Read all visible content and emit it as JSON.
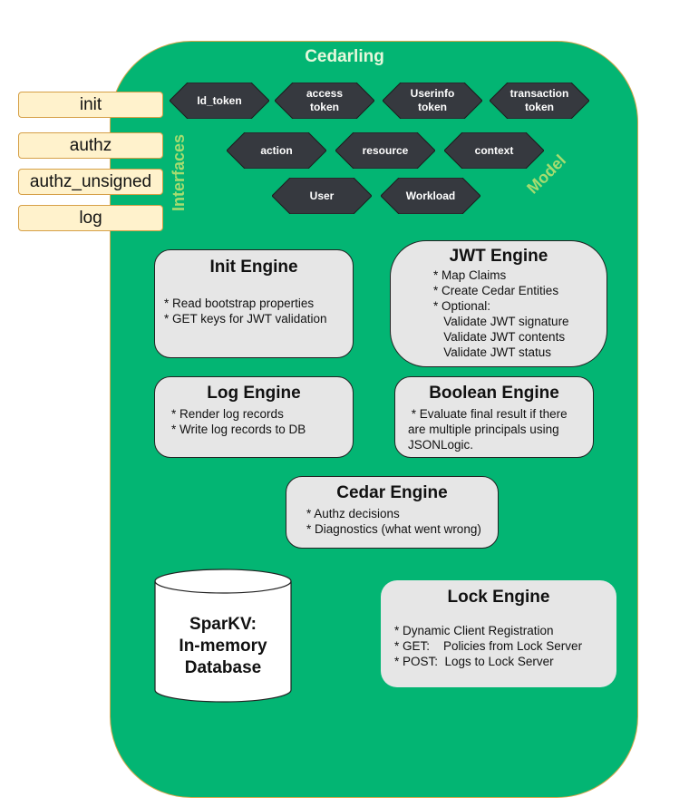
{
  "title": "Cedarling",
  "interfaces": {
    "label": "Interfaces",
    "items": [
      "init",
      "authz",
      "authz_unsigned",
      "log"
    ]
  },
  "model": {
    "label": "Model",
    "tokens": [
      "Id_token",
      "access\ntoken",
      "Userinfo\ntoken",
      "transaction\ntoken"
    ],
    "request": [
      "action",
      "resource",
      "context"
    ],
    "principals": [
      "User",
      "Workload"
    ]
  },
  "engines": {
    "init": {
      "title": "Init Engine",
      "lines": "* Read bootstrap properties\n* GET keys for JWT validation"
    },
    "jwt": {
      "title": "JWT Engine",
      "lines": "* Map Claims\n* Create Cedar Entities\n* Optional:\n   Validate JWT signature\n   Validate JWT contents\n   Validate JWT status"
    },
    "log": {
      "title": "Log Engine",
      "lines": "* Render log records\n* Write log records to DB"
    },
    "boolean": {
      "title": "Boolean Engine",
      "lines": " * Evaluate final result if there\nare multiple principals using\nJSONLogic."
    },
    "cedar": {
      "title": "Cedar Engine",
      "lines": "* Authz decisions\n* Diagnostics (what went wrong)"
    },
    "lock": {
      "title": "Lock Engine",
      "lines": "* Dynamic Client Registration\n* GET:    Policies from Lock Server\n* POST:  Logs to Lock Server"
    }
  },
  "database": {
    "label": "SparKV:\nIn-memory\nDatabase"
  },
  "colors": {
    "container": "#03b573",
    "hexagon": "#36393f",
    "engine": "#e6e6e6",
    "interface": "#fff2cc",
    "label": "#a6dc70"
  }
}
